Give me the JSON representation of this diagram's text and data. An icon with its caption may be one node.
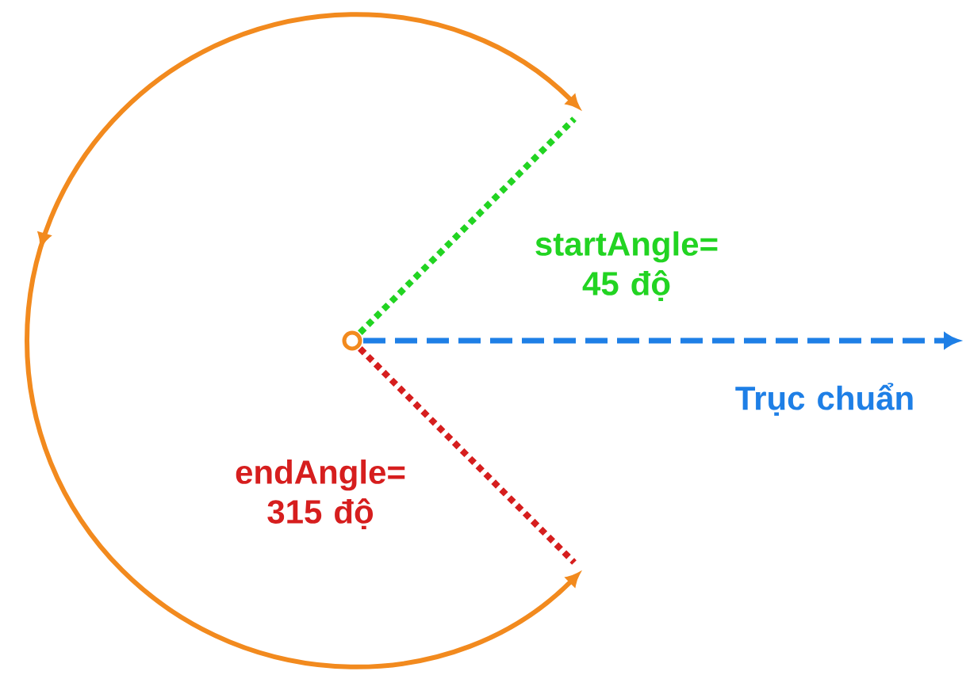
{
  "diagram": {
    "labels": [
      "startAngle= 45 độ",
      "Trục chuẩn",
      "endAngle= 315 độ"
    ]
  }
}
